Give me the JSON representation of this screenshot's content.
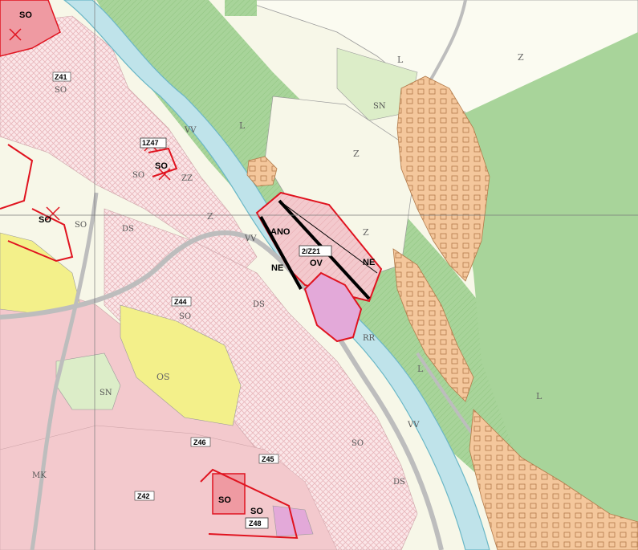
{
  "colors": {
    "residential": "#f3c9cd",
    "residential_dark": "#ef9aa2",
    "forest": "#a8d49a",
    "meadow": "#f7f7e8",
    "agri_light": "#e9f3d8",
    "river": "#bfe3ea",
    "river_edge": "#6ab7c6",
    "village": "#f4c79c",
    "yellow": "#f3f08a",
    "mixed": "#e3a9d9",
    "red_line": "#e0131f",
    "road": "#bdbdbd"
  },
  "map": {
    "zones": {
      "so_topleft": "SO",
      "so_left": "SO",
      "so_mid": "SO",
      "so_center": "SO",
      "so_bottom_a": "SO",
      "so_bottom_b": "SO",
      "ano": "ANO",
      "ov": "OV",
      "ne_left": "NE",
      "ne_right": "NE",
      "z_top": "Z",
      "z_mid": "Z",
      "z_right": "Z",
      "z_left": "Z",
      "l_top": "L",
      "l_left": "L",
      "l_right": "L",
      "l_low": "L",
      "sn_top": "SN",
      "sn_low": "SN",
      "os": "OS",
      "ds_left": "DS",
      "ds_mid": "DS",
      "ds_low": "DS",
      "vv_a": "VV",
      "vv_b": "VV",
      "vv_c": "VV",
      "rr": "RR",
      "mk": "MK",
      "so_grey": "SO",
      "so_grey2": "SO",
      "so_grey3": "SO",
      "so_grey4": "SO",
      "zz": "ZZ"
    },
    "boxes": {
      "z41": "Z41",
      "z47": "1Z47",
      "z44": "Z44",
      "z46": "Z46",
      "z45": "Z45",
      "z42": "Z42",
      "z48": "Z48",
      "z2": "2/Z21"
    }
  }
}
